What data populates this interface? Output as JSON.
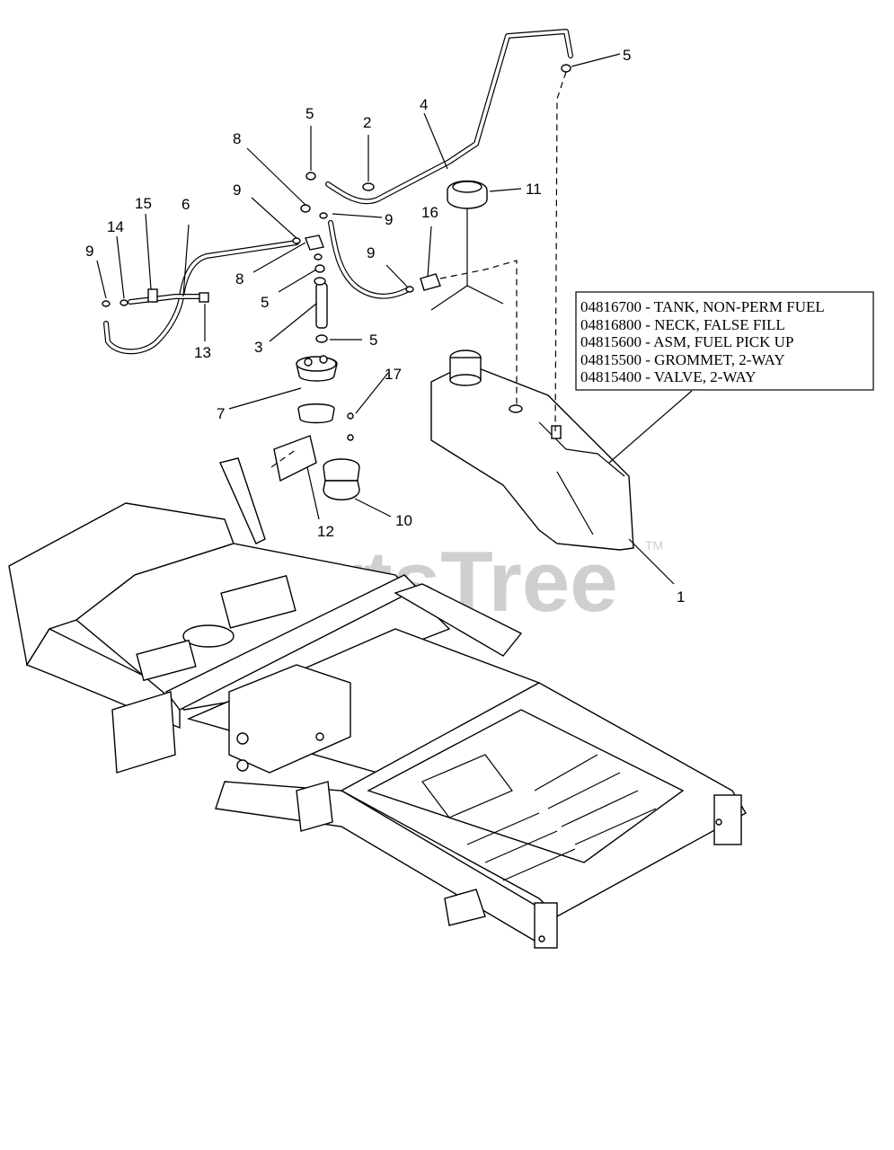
{
  "watermark": {
    "text": "PartsTree",
    "trademark": "TM"
  },
  "callouts": [
    {
      "id": "c1",
      "label": "1"
    },
    {
      "id": "c2",
      "label": "2"
    },
    {
      "id": "c3",
      "label": "3"
    },
    {
      "id": "c4",
      "label": "4"
    },
    {
      "id": "c5a",
      "label": "5"
    },
    {
      "id": "c5b",
      "label": "5"
    },
    {
      "id": "c5c",
      "label": "5"
    },
    {
      "id": "c5d",
      "label": "5"
    },
    {
      "id": "c6",
      "label": "6"
    },
    {
      "id": "c7",
      "label": "7"
    },
    {
      "id": "c8a",
      "label": "8"
    },
    {
      "id": "c8b",
      "label": "8"
    },
    {
      "id": "c9a",
      "label": "9"
    },
    {
      "id": "c9b",
      "label": "9"
    },
    {
      "id": "c9c",
      "label": "9"
    },
    {
      "id": "c9d",
      "label": "9"
    },
    {
      "id": "c10",
      "label": "10"
    },
    {
      "id": "c11",
      "label": "11"
    },
    {
      "id": "c12",
      "label": "12"
    },
    {
      "id": "c13",
      "label": "13"
    },
    {
      "id": "c14",
      "label": "14"
    },
    {
      "id": "c15",
      "label": "15"
    },
    {
      "id": "c16",
      "label": "16"
    },
    {
      "id": "c17",
      "label": "17"
    }
  ],
  "legend": {
    "lines": [
      "04816700 - TANK, NON-PERM FUEL",
      "04816800 - NECK, FALSE FILL",
      "04815600 - ASM, FUEL PICK UP",
      "04815500 - GROMMET, 2-WAY",
      "04815400 - VALVE, 2-WAY"
    ]
  }
}
